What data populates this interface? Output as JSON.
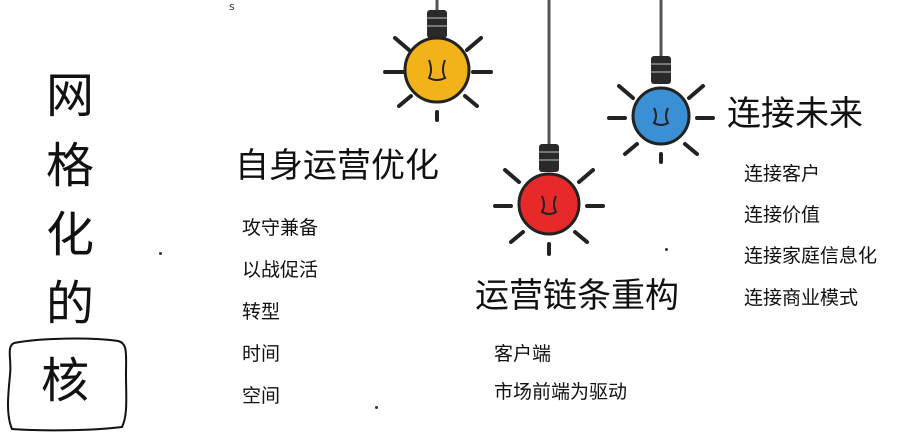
{
  "vertical_title": [
    "网",
    "格",
    "化",
    "的",
    "核"
  ],
  "corner_mark": "s",
  "bulbs": [
    {
      "color": "#f2b31a",
      "role": "yellow"
    },
    {
      "color": "#e8292a",
      "role": "red"
    },
    {
      "color": "#3b8fd4",
      "role": "blue"
    }
  ],
  "sections": [
    {
      "heading": "自身运营优化",
      "items": [
        "攻守兼备",
        "以战促活",
        "转型",
        "时间",
        "空间"
      ]
    },
    {
      "heading": "运营链条重构",
      "items": [
        "客户端",
        "市场前端为驱动"
      ]
    },
    {
      "heading": "连接未来",
      "items": [
        "连接客户",
        "连接价值",
        "连接家庭信息化",
        "连接商业模式"
      ]
    }
  ]
}
